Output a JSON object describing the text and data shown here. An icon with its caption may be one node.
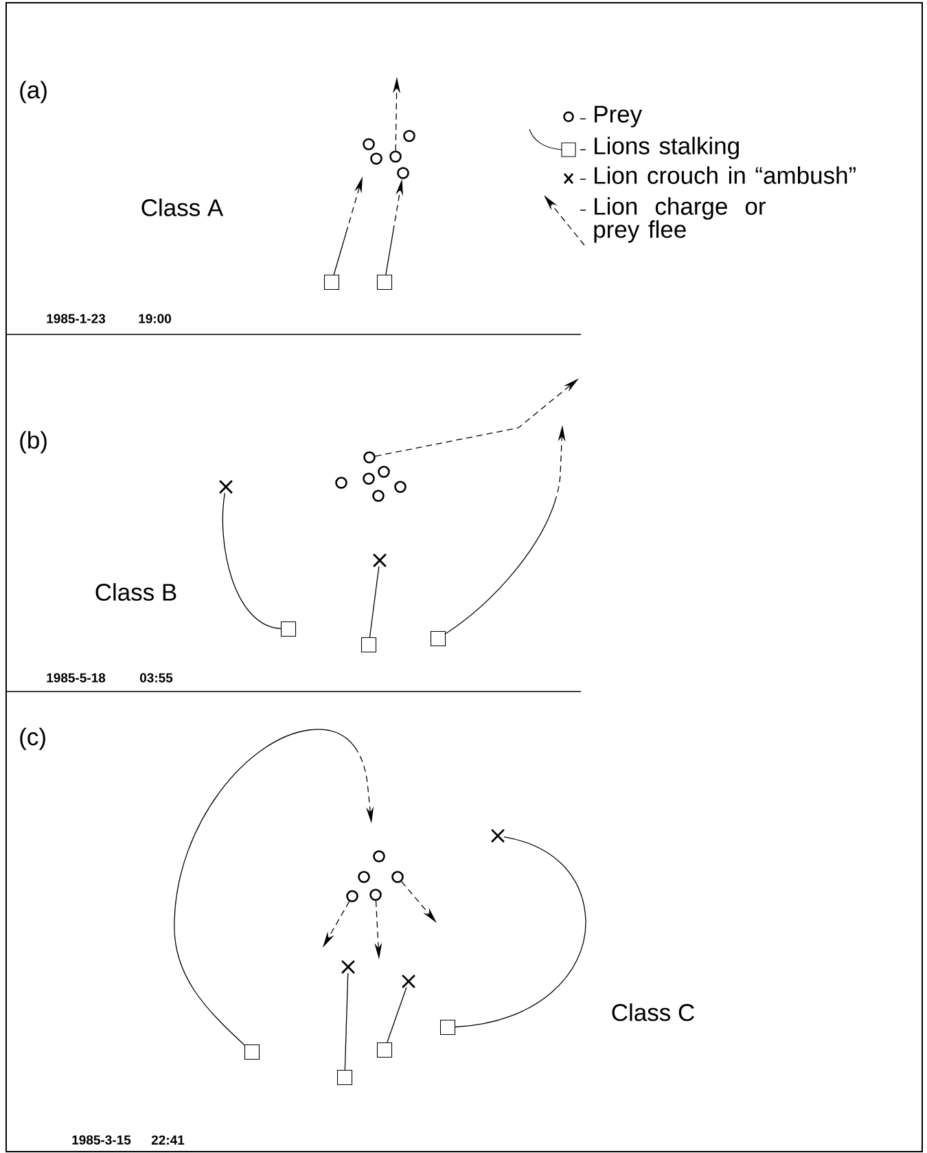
{
  "diagram": {
    "nodes": [
      {
        "text": [],
        "shape": "circle"
      },
      {
        "text": [],
        "shape": "circle"
      },
      {
        "text": [],
        "shape": "circle"
      },
      {
        "text": [],
        "shape": "circle"
      },
      {
        "text": [],
        "shape": "circle"
      },
      {
        "text": [],
        "shape": "box"
      },
      {
        "text": [],
        "shape": "box"
      },
      {
        "text": [],
        "shape": "circle"
      },
      {
        "text": [],
        "shape": "circle"
      },
      {
        "text": [],
        "shape": "circle"
      },
      {
        "text": [],
        "shape": "circle"
      },
      {
        "text": [],
        "shape": "circle"
      },
      {
        "text": [],
        "shape": "circle"
      },
      {
        "text": [],
        "shape": "cross"
      },
      {
        "text": [],
        "shape": "cross"
      },
      {
        "text": [],
        "shape": "box"
      },
      {
        "text": [],
        "shape": "box"
      },
      {
        "text": [],
        "shape": "box"
      },
      {
        "text": [],
        "shape": "circle"
      },
      {
        "text": [],
        "shape": "circle"
      },
      {
        "text": [],
        "shape": "circle"
      },
      {
        "text": [],
        "shape": "circle"
      },
      {
        "text": [],
        "shape": "circle"
      },
      {
        "text": [],
        "shape": "cross"
      },
      {
        "text": [],
        "shape": "cross"
      },
      {
        "text": [],
        "shape": "cross"
      },
      {
        "text": [],
        "shape": "box"
      },
      {
        "text": [],
        "shape": "box"
      },
      {
        "text": [],
        "shape": "box"
      },
      {
        "text": [],
        "shape": "box"
      }
    ],
    "edges": [
      {
        "from": 5,
        "to": null,
        "arrow": "to",
        "style": "dashed"
      },
      {
        "from": 6,
        "to": 4,
        "arrow": "to",
        "style": "dashed"
      },
      {
        "from": 3,
        "to": null,
        "arrow": "to",
        "style": "dashed"
      },
      {
        "from": 15,
        "to": 13,
        "arrow": "none"
      },
      {
        "from": 16,
        "to": 14,
        "arrow": "none"
      },
      {
        "from": 17,
        "to": null,
        "arrow": "to",
        "style": "dashed"
      },
      {
        "from": 7,
        "to": null,
        "arrow": "to",
        "style": "dashed"
      },
      {
        "from": 26,
        "to": null,
        "arrow": "to",
        "style": "dashed"
      },
      {
        "from": 27,
        "to": 24,
        "arrow": "none"
      },
      {
        "from": 28,
        "to": 25,
        "arrow": "none"
      },
      {
        "from": 29,
        "to": 23,
        "arrow": "none"
      },
      {
        "from": 21,
        "to": null,
        "arrow": "to",
        "style": "dashed"
      },
      {
        "from": 22,
        "to": null,
        "arrow": "to",
        "style": "dashed"
      },
      {
        "from": 20,
        "to": null,
        "arrow": "to",
        "style": "dashed"
      }
    ],
    "labels": [
      "(a)",
      "Class A",
      "1985-1-23",
      "19:00",
      "(b)",
      "Class B",
      "1985-5-18",
      "03:55",
      "(c)",
      "Class C",
      "1985-3-15",
      "22:41"
    ],
    "legend": [
      {
        "text": "Prey"
      },
      {
        "text": "Lions stalking"
      },
      {
        "text": "Lion crouch in “ambush”"
      },
      {
        "text": "Lion charge or prey flee"
      }
    ]
  }
}
